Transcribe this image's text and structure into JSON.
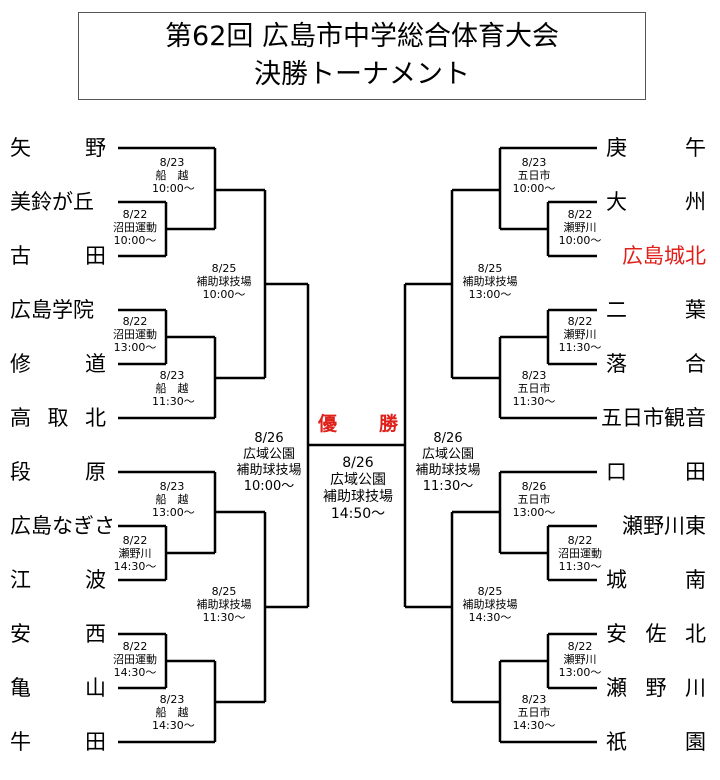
{
  "title": {
    "line1": "第62回 広島市中学総合体育大会",
    "line2": "決勝トーナメント"
  },
  "left_teams": [
    {
      "name": [
        "矢",
        "野"
      ]
    },
    {
      "name": [
        "美鈴が丘"
      ]
    },
    {
      "name": [
        "古",
        "田"
      ]
    },
    {
      "name": [
        "広島学院"
      ]
    },
    {
      "name": [
        "修",
        "道"
      ]
    },
    {
      "name": [
        "高",
        "取",
        "北"
      ]
    },
    {
      "name": [
        "段",
        "原"
      ]
    },
    {
      "name": [
        "広島なぎさ"
      ]
    },
    {
      "name": [
        "江",
        "波"
      ]
    },
    {
      "name": [
        "安",
        "西"
      ]
    },
    {
      "name": [
        "亀",
        "山"
      ]
    },
    {
      "name": [
        "牛",
        "田"
      ]
    }
  ],
  "right_teams": [
    {
      "name": [
        "庚",
        "午"
      ]
    },
    {
      "name": [
        "大",
        "州"
      ]
    },
    {
      "name": [
        "広島城北"
      ],
      "winner": true
    },
    {
      "name": [
        "二",
        "葉"
      ]
    },
    {
      "name": [
        "落",
        "合"
      ]
    },
    {
      "name": [
        "五日市観音"
      ]
    },
    {
      "name": [
        "口",
        "田"
      ]
    },
    {
      "name": [
        "瀬野川東"
      ]
    },
    {
      "name": [
        "城",
        "南"
      ]
    },
    {
      "name": [
        "安",
        "佐",
        "北"
      ]
    },
    {
      "name": [
        "瀬",
        "野",
        "川"
      ]
    },
    {
      "name": [
        "祇",
        "園"
      ]
    }
  ],
  "matches": {
    "L1": {
      "date": "8/23",
      "venue": "船　越",
      "time": "10:00〜"
    },
    "L2": {
      "date": "8/22",
      "venue": "沼田運動",
      "time": "10:00〜"
    },
    "L3": {
      "date": "8/22",
      "venue": "沼田運動",
      "time": "13:00〜"
    },
    "L4": {
      "date": "8/23",
      "venue": "船　越",
      "time": "11:30〜"
    },
    "L5": {
      "date": "8/23",
      "venue": "船　越",
      "time": "13:00〜"
    },
    "L6": {
      "date": "8/22",
      "venue": "瀬野川",
      "time": "14:30〜"
    },
    "L7": {
      "date": "8/22",
      "venue": "沼田運動",
      "time": "14:30〜"
    },
    "L8": {
      "date": "8/23",
      "venue": "船　越",
      "time": "14:30〜"
    },
    "LQ1": {
      "date": "8/25",
      "venue": "補助球技場",
      "time": "10:00〜"
    },
    "LQ2": {
      "date": "8/25",
      "venue": "補助球技場",
      "time": "11:30〜"
    },
    "R1": {
      "date": "8/23",
      "venue": "五日市",
      "time": "10:00〜"
    },
    "R2": {
      "date": "8/22",
      "venue": "瀬野川",
      "time": "10:00〜"
    },
    "R3": {
      "date": "8/22",
      "venue": "瀬野川",
      "time": "11:30〜"
    },
    "R4": {
      "date": "8/23",
      "venue": "五日市",
      "time": "11:30〜"
    },
    "R5": {
      "date": "8/26",
      "venue": "五日市",
      "time": "13:00〜"
    },
    "R6": {
      "date": "8/22",
      "venue": "沼田運動",
      "time": "11:30〜"
    },
    "R7": {
      "date": "8/22",
      "venue": "瀬野川",
      "time": "13:00〜"
    },
    "R8": {
      "date": "8/23",
      "venue": "五日市",
      "time": "14:30〜"
    },
    "RQ1": {
      "date": "8/25",
      "venue": "補助球技場",
      "time": "13:00〜"
    },
    "RQ2": {
      "date": "8/25",
      "venue": "補助球技場",
      "time": "14:30〜"
    },
    "LS": {
      "date": "8/26",
      "venue": "広域公園",
      "place": "補助球技場",
      "time": "10:00〜"
    },
    "RS": {
      "date": "8/26",
      "venue": "広域公園",
      "place": "補助球技場",
      "time": "11:30〜"
    },
    "F": {
      "date": "8/26",
      "venue": "広域公園",
      "place": "補助球技場",
      "time": "14:50〜"
    }
  },
  "champion_label": [
    "優",
    "勝"
  ],
  "colors": {
    "winner": "#e0201b",
    "line": "#000000"
  }
}
